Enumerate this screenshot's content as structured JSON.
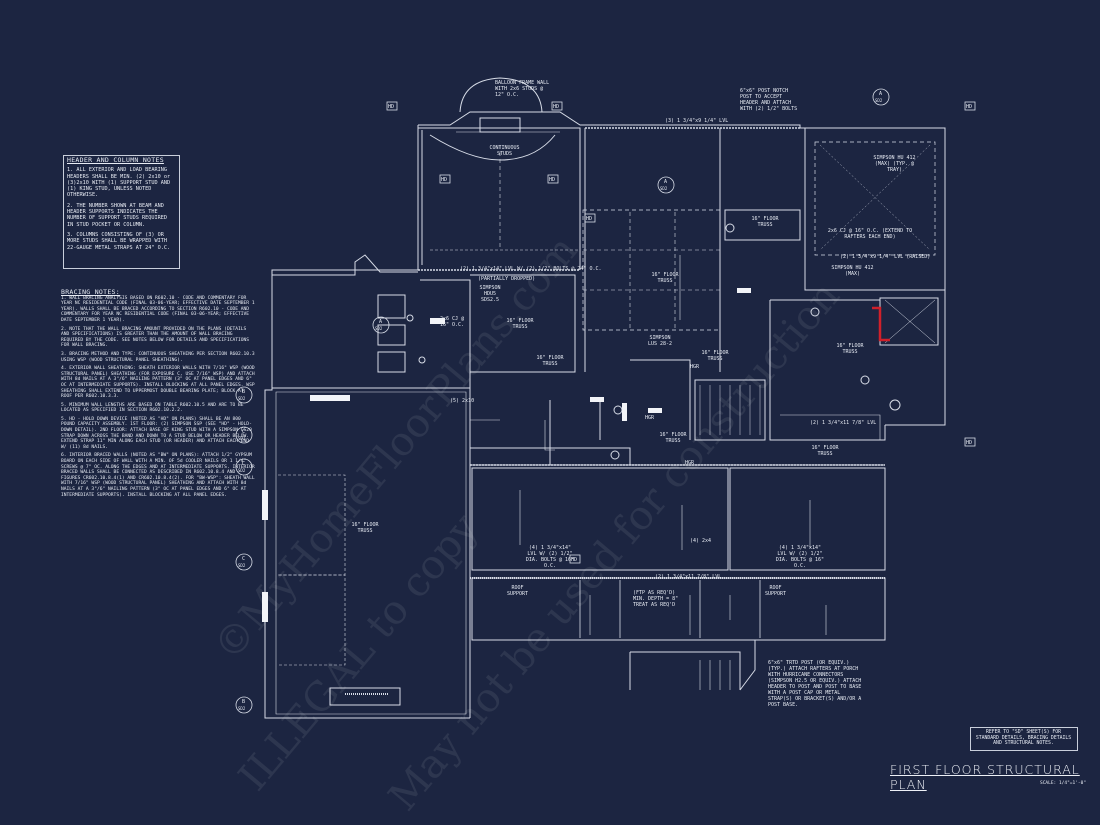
{
  "header_notes": {
    "title": "HEADER AND COLUMN NOTES",
    "items": [
      "1. ALL EXTERIOR AND LOAD BEARING HEADERS SHALL BE MIN. (2) 2x10 or (3)2x10 WITH (1) SUPPORT STUD AND (1) KING STUD, UNLESS NOTED OTHERWISE.",
      "2. THE NUMBER SHOWN AT BEAM AND HEADER SUPPORTS INDICATES THE NUMBER OF SUPPORT STUDS REQUIRED IN STUD POCKET OR COLUMN.",
      "3. COLUMNS CONSISTING OF (3) OR MORE STUDS SHALL BE WRAPPED WITH 22-GAUGE METAL STRAPS AT 24\" O.C."
    ]
  },
  "bracing_notes": {
    "title": "BRACING NOTES:",
    "items": [
      "1. WALL BRACING ANALYSIS BASED ON R602.10 - CODE AND COMMENTARY FOR YEAR NC RESIDENTIAL CODE (FINAL 03-06-YEAR; EFFECTIVE DATE SEPTEMBER 1 YEAR). WALLS SHALL BE BRACED ACCORDING TO SECTION R602.10 - CODE AND COMMENTARY FOR YEAR NC RESIDENTIAL CODE (FINAL 03-06-YEAR; EFFECTIVE DATE SEPTEMBER 1 YEAR).",
      "2. NOTE THAT THE WALL BRACING AMOUNT PROVIDED ON THE PLANS (DETAILS AND SPECIFICATIONS) IS GREATER THAN THE AMOUNT OF WALL BRACING REQUIRED BY THE CODE. SEE NOTES BELOW FOR DETAILS AND SPECIFICATIONS FOR WALL BRACING.",
      "3. BRACING METHOD AND TYPE: CONTINUOUS SHEATHING PER SECTION R602.10.3 USING WSP (WOOD STRUCTURAL PANEL SHEATHING).",
      "4. EXTERIOR WALL SHEATHING: SHEATH EXTERIOR WALLS WITH 7/16\" WSP (WOOD STRUCTURAL PANEL) SHEATHING (FOR EXPOSURE C, USE 7/16\" WSP) AND ATTACH WITH 8d NAILS AT A 3\"/6\" NAILING PATTERN (3\" OC AT PANEL EDGES AND 6\" OC AT INTERMEDIATE SUPPORTS). INSTALL BLOCKING AT ALL PANEL EDGES. WSP SHEATHING SHALL EXTEND TO UPPERMOST DOUBLE BEARING PLATE; BLOCK AT ROOF PER R602.10.3.3.",
      "5. MINIMUM WALL LENGTHS ARE BASED ON TABLE R602.10.5 AND ARE TO BE LOCATED AS SPECIFIED IN SECTION R602.10.2.2.",
      "5. HD - HOLD DOWN DEVICE (NOTED AS \"HD\" ON PLANS) SHALL BE AN 800 POUND CAPACITY ASSEMBLY. 1ST FLOOR: (2) SIMPSON SSP (SEE \"HD\" - HOLD-DOWN DETAIL). 2ND FLOOR: ATTACH BASE OF KING STUD WITH A SIMPSON CS20 STRAP DOWN ACROSS THE BAND AND DOWN TO A STUD BELOW OR HEADER BELOW. EXTEND STRAP 11\" MIN ALONG EACH STUD (OR HEADER) AND ATTACH EACH END W/ (11) 8d NAILS.",
      "6. INTERIOR BRACED WALLS (NOTED AS \"BW\" ON PLANS): ATTACH 1/2\" GYPSUM BOARD ON EACH SIDE OF WALL WITH A MIN. OF 5d COOLER NAILS OR 1 1/4\" SCREWS @ 7\" OC. ALONG THE EDGES AND AT INTERMEDIATE SUPPORTS. INTERIOR BRACED WALLS SHALL BE CONNECTED AS DESCRIBED IN R602.10.8.4 AND FIGURES CR602.10.8.4(1) AND CR602.10.8.4(2). FOR \"BW-WSP\": SHEATH WALL WITH 7/16\" WSP (WOOD STRUCTURAL PANEL) SHEATHING AND ATTACH WITH 8d NAILS AT A 3\"/6\" NAILING PATTERN (3\" OC AT PANEL EDGES AND 6\" OC AT INTERMEDIATE SUPPORTS). INSTALL BLOCKING AT ALL PANEL EDGES."
    ]
  },
  "plan_labels": {
    "balloon_wall": "BALLOON FRAME WALL WITH 2x6 STUDS @ 12\" O.C.",
    "post_notch": "6\"x6\" POST NOTCH POST TO ACCEPT HEADER AND ATTACH WITH (2) 1/2\" BOLTS",
    "continuous_studs": "CONTINUOUS STUDS",
    "lvl_top": "(3) 1 3/4\"x9 1/4\" LVL",
    "simpson_hu412": "SIMPSON HU 412 (MAX) (TYP. @ TRAY)",
    "cj_extend": "2x6 CJ @ 16\" O.C. (EXTEND TO RAFTERS EACH END)",
    "lvl_raised": "(2) 1 3/4\"x9 1/4\" LVL (RAISED)",
    "simpson_hu412_max": "SIMPSON HU 412 (MAX)",
    "floor_truss": "16\" FLOOR TRUSS",
    "simpson_hdu5": "SIMPSON HDU5 SDS2.5",
    "partially_dropped": "(PARTIALLY DROPPED)",
    "bolts_24": "(2) 1 3/4\"x14\" LVL W/ (2) 1/2\" BOLTS @ 24\" O.C.",
    "simpson_lus": "SIMPSON LUS 28-2",
    "hgr": "HGR",
    "lvl_bolts": "(4) 1 3/4\"x14\" LVL W/ (2) 1/2\" DIA. BOLTS @ 16\" O.C.",
    "lvl_bolts_2": "(4) 1 3/4\"x14\" LVL W/ (2) 1/2\" DIA. BOLTS @ 16\" O.C.",
    "two_by_four": "(4) 2x4",
    "lvl_11": "(2) 1 3/4\"x11 7/8\" LVL",
    "roof_support": "ROOF SUPPORT",
    "ftg": "(FTP AS REQ'D) MIN. DEPTH = 8\" TREAT AS REQ'D",
    "post_note": "6\"x6\" TRTD POST (OR EQUIV.) (TYP.) ATTACH RAFTERS AT PORCH WITH HURRICANE CONNECTORS (SIMPSON H2.5 OR EQUIV.) ATTACH HEADER TO POST AND POST TO BASE WITH A POST CAP OR METAL STRAP(S) OR BRACKET(S) AND/OR A POST BASE.",
    "cj_2x6": "2x6 CJ @ 16\" O.C.",
    "lvl_2x11": "(2) 1 3/4\"x11 7/8\" LVL",
    "fb": "(5) 2x10"
  },
  "detail_tags": {
    "a": "A",
    "b": "B",
    "c": "C",
    "sd2": "SD2"
  },
  "hd_tag": "HD",
  "reference_note": "REFER TO \"SD\" SHEET(S) FOR STANDARD DETAILS, BRACING DETAILS AND STRUCTURAL NOTES.",
  "sheet_title": "FIRST FLOOR STRUCTURAL PLAN",
  "scale": "SCALE: 1/4\"=1'-0\"",
  "watermark": {
    "line1": "©MyHomeFloorPlans.com",
    "line2": "ILLEGAL to copy",
    "line3": "May not be used for construction"
  },
  "colors": {
    "background": "#1c2541",
    "ink": "#e8ecf4",
    "accent_red": "#d0202a"
  }
}
